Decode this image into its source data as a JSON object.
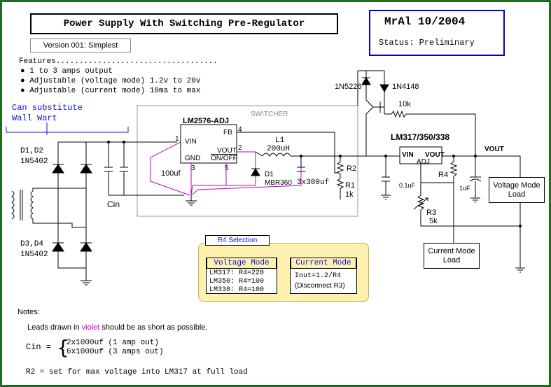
{
  "header": {
    "title": "Power Supply With Switching Pre-Regulator",
    "author": "MrAl  10/2004",
    "status": "Status: Preliminary",
    "version": "Version 001: Simplest"
  },
  "features": {
    "heading": "Features...................................",
    "items": [
      "1 to 3 amps output",
      "Adjustable (voltage mode) 1.2v to 20v",
      "Adjustable (current mode) 10ma to max"
    ]
  },
  "wallwart": {
    "line1": "Can substitute",
    "line2": "Wall Wart"
  },
  "diodes": {
    "top_label": "D1,D2",
    "top_part": "1N5402",
    "bottom_label": "D3,D4",
    "bottom_part": "1N5402"
  },
  "switcher": {
    "block_label": "SWITCHER",
    "ic": "LM2576-ADJ",
    "pin_vin": "VIN",
    "pin_gnd": "GND",
    "pin_fb": "FB",
    "pin_vout": "VOUT",
    "pin_onoff": "ON/OFF",
    "pin1": "1",
    "pin2": "2",
    "pin3": "3",
    "pin4": "4",
    "pin5": "5",
    "cap_in": "100uf",
    "diode": "D1",
    "diode_part": "MBR360",
    "inductor": "L1",
    "inductor_value": "200uH",
    "cap_out": "3x300uf"
  },
  "regulator": {
    "ic": "LM317/350/338",
    "pin_vin": "VIN",
    "pin_vout": "VOUT",
    "pin_adj": "ADJ",
    "out_label": "VOUT",
    "cap1": "0.1uF",
    "cap2": "1uF",
    "r4": "R4",
    "r3": "R3",
    "r3_value": "5k"
  },
  "feedback": {
    "zener": "1N5226",
    "diode": "1N4148",
    "resistor": "10k",
    "r2": "R2",
    "r1": "R1",
    "r1_value": "1k"
  },
  "cin_label": "Cin",
  "loads": {
    "voltage_line1": "Voltage Mode",
    "voltage_line2": "Load",
    "current_line1": "Current Mode",
    "current_line2": "Load"
  },
  "r4_selection": {
    "title": "R4 Selection",
    "voltage_mode": "Voltage Mode",
    "voltage_rows": [
      "LM317:  R4=220",
      "LM350:  R4=100",
      "LM338:  R4=100"
    ],
    "current_mode": "Current Mode",
    "current_rows": [
      "Iout=1.2/R4",
      "(Disconnect R3)"
    ]
  },
  "notes": {
    "heading": "Notes:",
    "leads_before": "Leads drawn in ",
    "leads_violet": "violet",
    "leads_after": " should be as short as possible.",
    "cin_prefix": "Cin =",
    "cin_line1": "2x1000uf (1 amp out)",
    "cin_line2": "6x1000uf (3 amps out)",
    "r2_note": "R2 = set for max voltage into LM317 at full load"
  },
  "colors": {
    "frame": "#1f6b1f",
    "author_border": "#0000c8",
    "violet": "#c000c0",
    "panel": "#fff2b0",
    "label_blue": "#1010e0"
  }
}
